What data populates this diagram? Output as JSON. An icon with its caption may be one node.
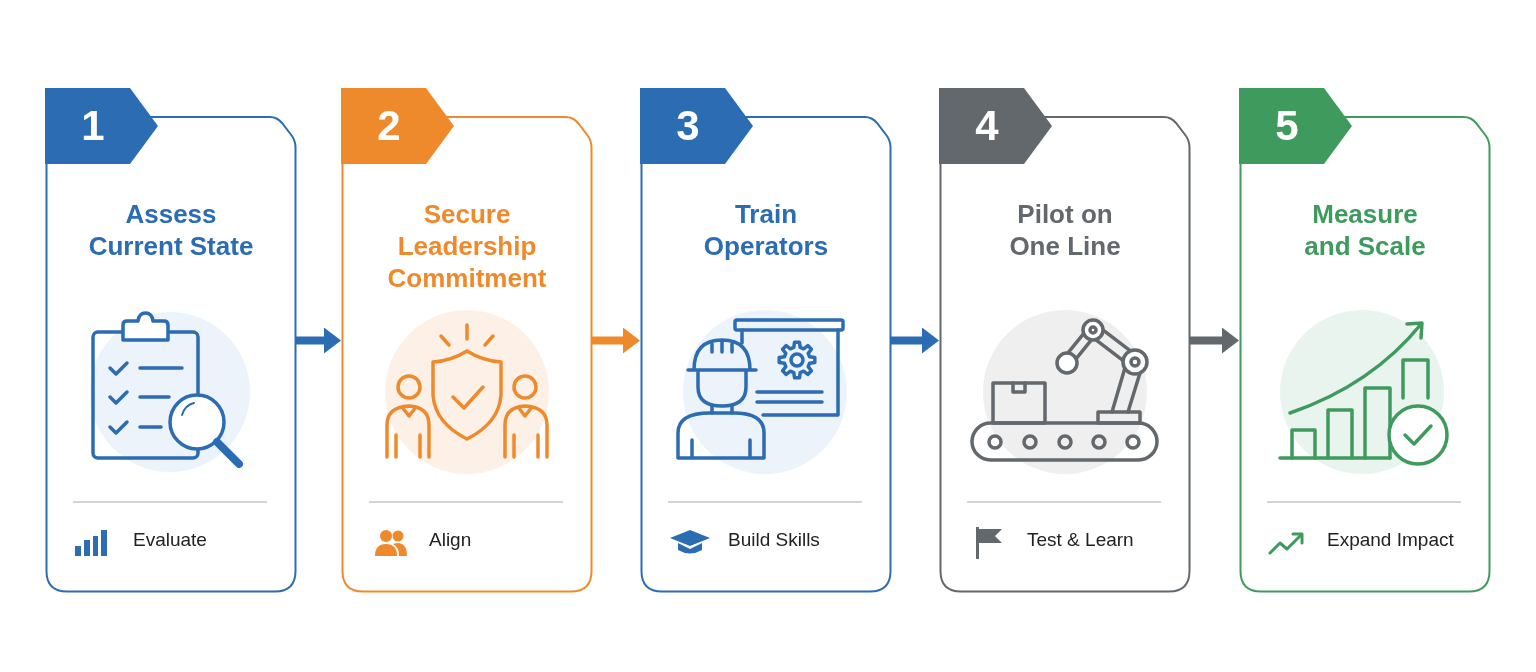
{
  "diagram": {
    "nodes": [
      {
        "text": [
          "1",
          "Assess Current State",
          "Evaluate"
        ]
      },
      {
        "text": [
          "2",
          "Secure Leadership Commitment",
          "Align"
        ]
      },
      {
        "text": [
          "3",
          "Train Operators",
          "Build Skills"
        ]
      },
      {
        "text": [
          "4",
          "Pilot on One Line",
          "Test & Learn"
        ]
      },
      {
        "text": [
          "5",
          "Measure and Scale",
          "Expand Impact"
        ]
      }
    ],
    "edges": [
      {
        "from": 0,
        "to": 1,
        "arrow": "to"
      },
      {
        "from": 1,
        "to": 2,
        "arrow": "to",
        "color": "#ef8a2c"
      },
      {
        "from": 2,
        "to": 3,
        "arrow": "to"
      },
      {
        "from": 3,
        "to": 4,
        "arrow": "to",
        "color": "#63686d"
      }
    ]
  }
}
